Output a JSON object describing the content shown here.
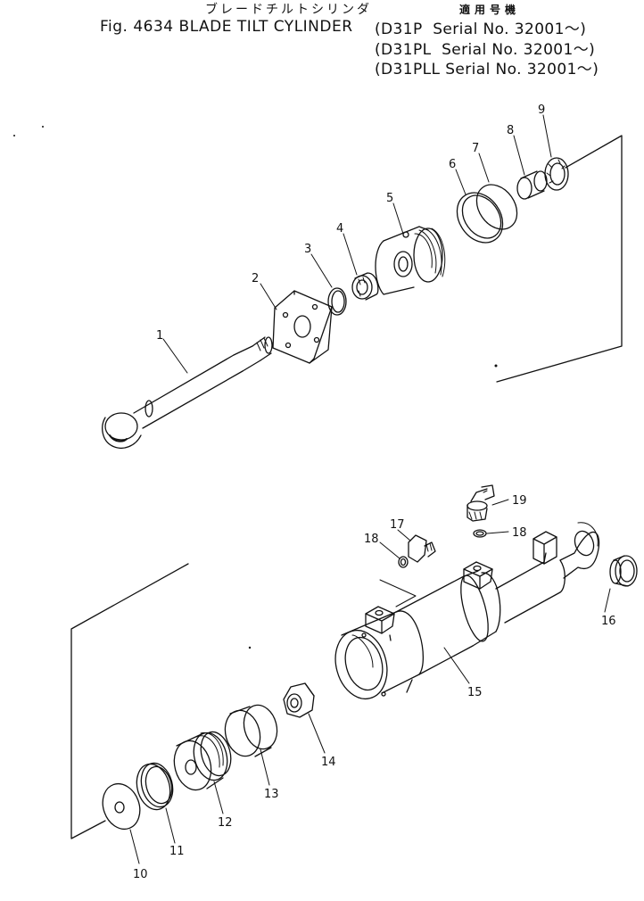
{
  "header": {
    "jp_title": "ブレードチルトシリンダ",
    "jp_applicability": "適用号機",
    "fig_title": "Fig. 4634 BLADE TILT CYLINDER",
    "serials": [
      {
        "model": "D31P",
        "text": "Serial No. 32001～"
      },
      {
        "model": "D31PL",
        "text": "Serial No. 32001～"
      },
      {
        "model": "D31PLL",
        "text": "Serial No. 32001～"
      }
    ]
  },
  "callouts": [
    "1",
    "2",
    "3",
    "4",
    "5",
    "6",
    "7",
    "8",
    "9",
    "10",
    "11",
    "12",
    "13",
    "14",
    "15",
    "16",
    "17",
    "18",
    "18",
    "19"
  ],
  "colors": {
    "ink": "#111111",
    "paper": "#ffffff"
  }
}
